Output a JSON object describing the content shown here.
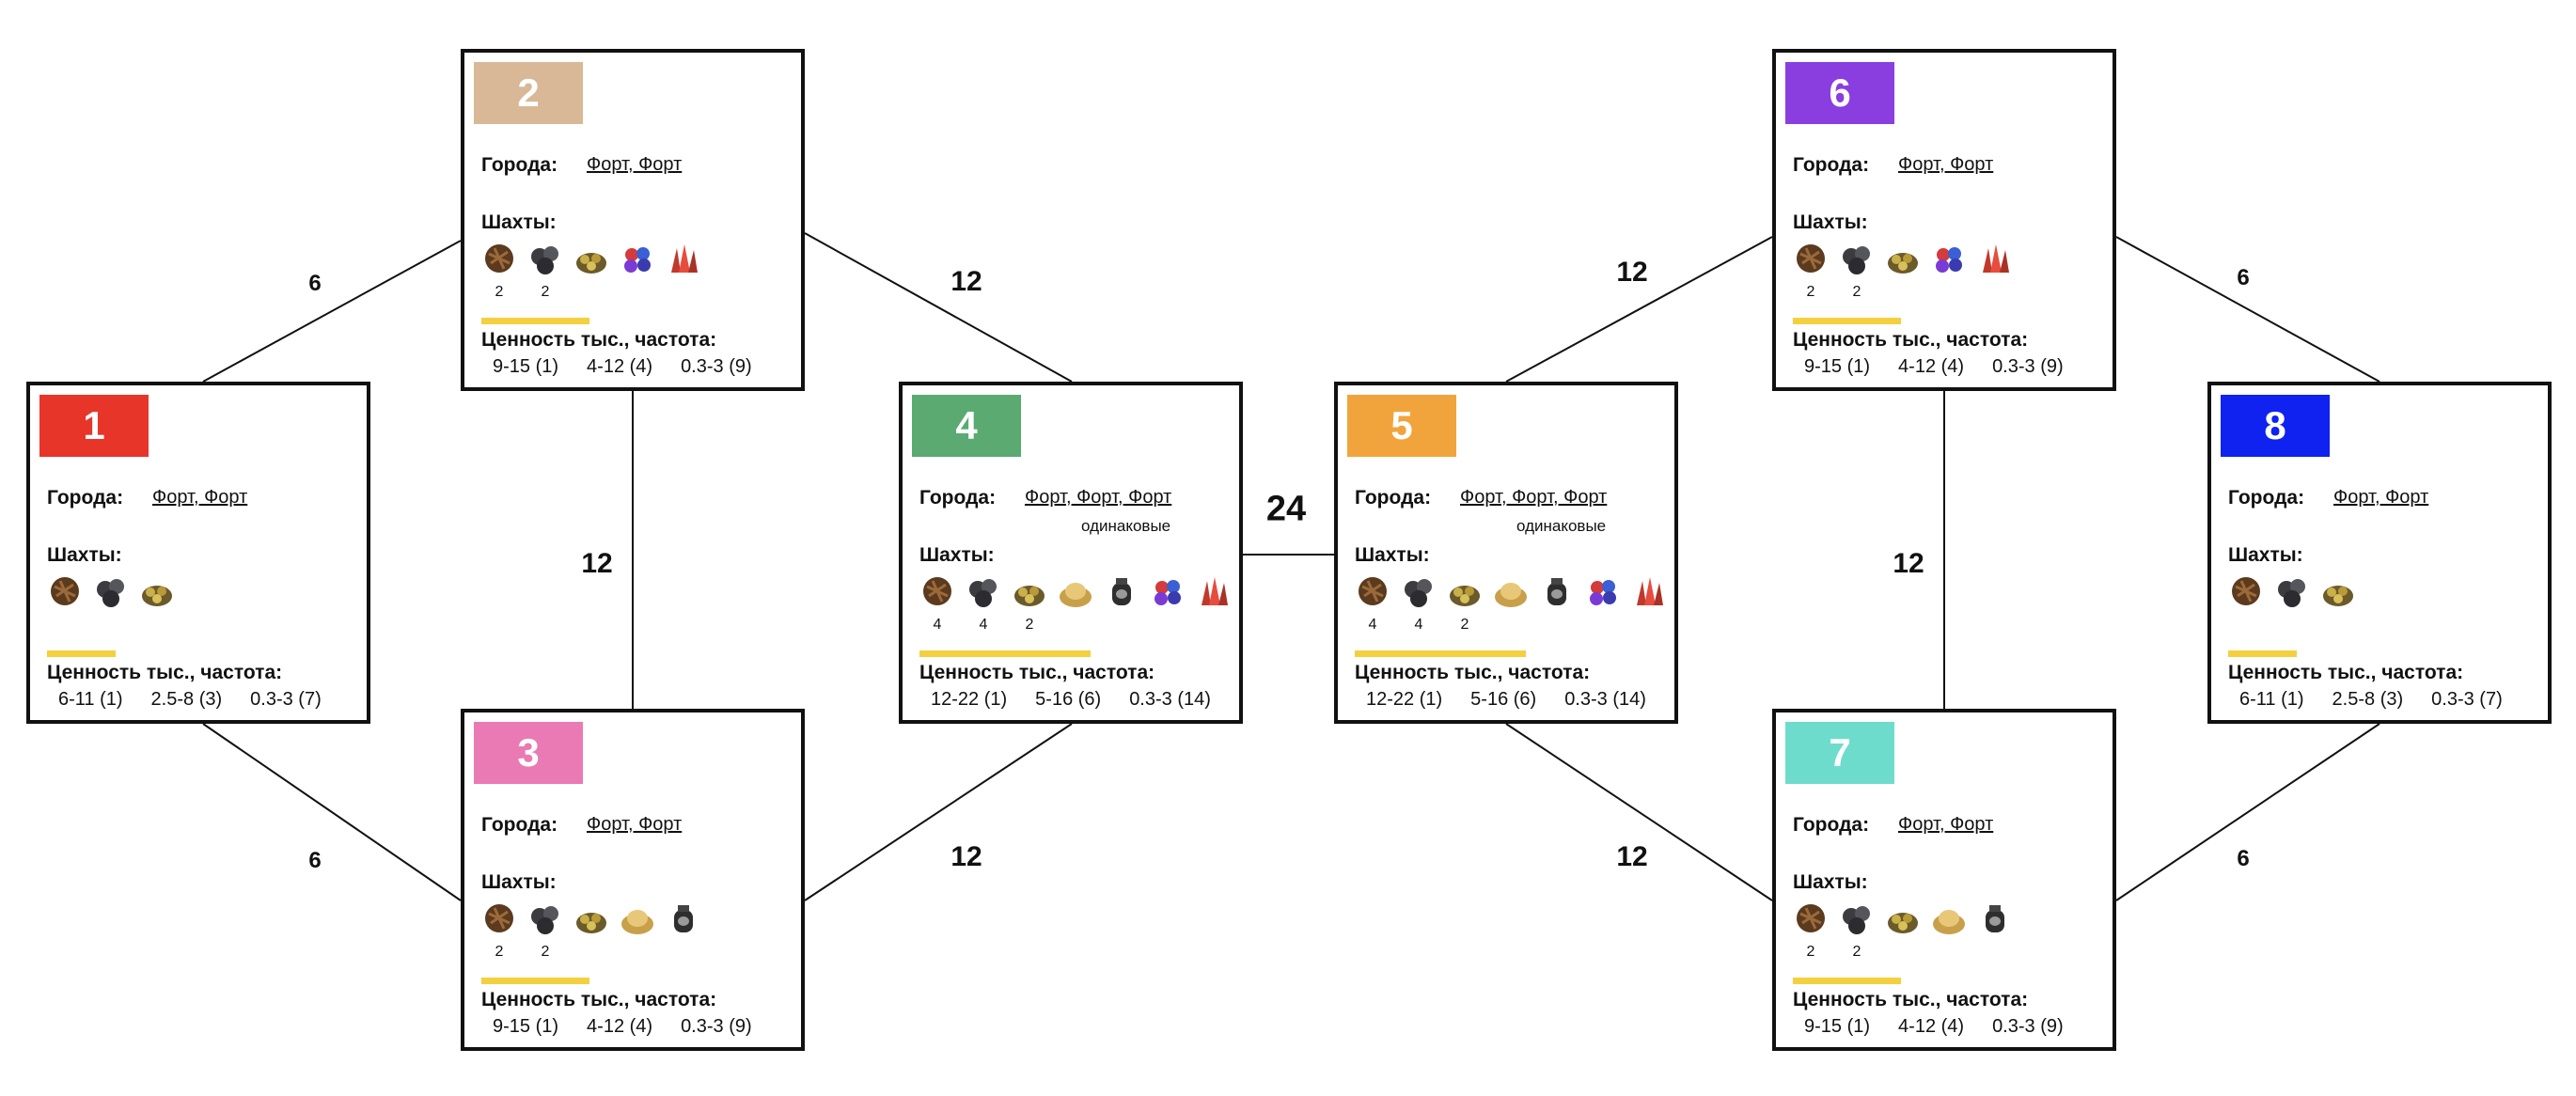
{
  "diagram": {
    "zones": [
      {
        "id": "1",
        "color": "#e8352a",
        "cities_label": "Города:",
        "cities": "Форт, Форт",
        "cities_note": "",
        "mines_label": "Шахты:",
        "mines": [
          {
            "type": "wood",
            "count": ""
          },
          {
            "type": "ore",
            "count": ""
          },
          {
            "type": "sulfur",
            "count": ""
          }
        ],
        "value_label": "Ценность тыс., частота:",
        "values": [
          "6-11 (1)",
          "2.5-8 (3)",
          "0.3-3 (7)"
        ],
        "bar_fraction": 0.22
      },
      {
        "id": "2",
        "color": "#d8b896",
        "cities_label": "Города:",
        "cities": "Форт, Форт",
        "cities_note": "",
        "mines_label": "Шахты:",
        "mines": [
          {
            "type": "wood",
            "count": "2"
          },
          {
            "type": "ore",
            "count": "2"
          },
          {
            "type": "sulfur",
            "count": ""
          },
          {
            "type": "gems",
            "count": ""
          },
          {
            "type": "crystal",
            "count": ""
          }
        ],
        "value_label": "Ценность тыс., частота:",
        "values": [
          "9-15 (1)",
          "4-12 (4)",
          "0.3-3 (9)"
        ],
        "bar_fraction": 0.35
      },
      {
        "id": "3",
        "color": "#ea7ab4",
        "cities_label": "Города:",
        "cities": "Форт, Форт",
        "cities_note": "",
        "mines_label": "Шахты:",
        "mines": [
          {
            "type": "wood",
            "count": "2"
          },
          {
            "type": "ore",
            "count": "2"
          },
          {
            "type": "sulfur",
            "count": ""
          },
          {
            "type": "gold",
            "count": ""
          },
          {
            "type": "mercury",
            "count": ""
          }
        ],
        "value_label": "Ценность тыс., частота:",
        "values": [
          "9-15 (1)",
          "4-12 (4)",
          "0.3-3 (9)"
        ],
        "bar_fraction": 0.35
      },
      {
        "id": "4",
        "color": "#5aaa72",
        "cities_label": "Города:",
        "cities": "Форт, Форт, Форт",
        "cities_note": "одинаковые",
        "mines_label": "Шахты:",
        "mines": [
          {
            "type": "wood",
            "count": "4"
          },
          {
            "type": "ore",
            "count": "4"
          },
          {
            "type": "sulfur",
            "count": "2"
          },
          {
            "type": "gold",
            "count": ""
          },
          {
            "type": "mercury",
            "count": ""
          },
          {
            "type": "gems",
            "count": ""
          },
          {
            "type": "crystal",
            "count": ""
          }
        ],
        "value_label": "Ценность тыс., частота:",
        "values": [
          "12-22 (1)",
          "5-16 (6)",
          "0.3-3 (14)"
        ],
        "bar_fraction": 0.55
      },
      {
        "id": "5",
        "color": "#f2a43c",
        "cities_label": "Города:",
        "cities": "Форт, Форт, Форт",
        "cities_note": "одинаковые",
        "mines_label": "Шахты:",
        "mines": [
          {
            "type": "wood",
            "count": "4"
          },
          {
            "type": "ore",
            "count": "4"
          },
          {
            "type": "sulfur",
            "count": "2"
          },
          {
            "type": "gold",
            "count": ""
          },
          {
            "type": "mercury",
            "count": ""
          },
          {
            "type": "gems",
            "count": ""
          },
          {
            "type": "crystal",
            "count": ""
          }
        ],
        "value_label": "Ценность тыс., частота:",
        "values": [
          "12-22 (1)",
          "5-16 (6)",
          "0.3-3 (14)"
        ],
        "bar_fraction": 0.55
      },
      {
        "id": "6",
        "color": "#8a3ee0",
        "cities_label": "Города:",
        "cities": "Форт, Форт",
        "cities_note": "",
        "mines_label": "Шахты:",
        "mines": [
          {
            "type": "wood",
            "count": "2"
          },
          {
            "type": "ore",
            "count": "2"
          },
          {
            "type": "sulfur",
            "count": ""
          },
          {
            "type": "gems",
            "count": ""
          },
          {
            "type": "crystal",
            "count": ""
          }
        ],
        "value_label": "Ценность тыс., частота:",
        "values": [
          "9-15 (1)",
          "4-12 (4)",
          "0.3-3 (9)"
        ],
        "bar_fraction": 0.35
      },
      {
        "id": "7",
        "color": "#6edccc",
        "cities_label": "Города:",
        "cities": "Форт, Форт",
        "cities_note": "",
        "mines_label": "Шахты:",
        "mines": [
          {
            "type": "wood",
            "count": "2"
          },
          {
            "type": "ore",
            "count": "2"
          },
          {
            "type": "sulfur",
            "count": ""
          },
          {
            "type": "gold",
            "count": ""
          },
          {
            "type": "mercury",
            "count": ""
          }
        ],
        "value_label": "Ценность тыс., частота:",
        "values": [
          "9-15 (1)",
          "4-12 (4)",
          "0.3-3 (9)"
        ],
        "bar_fraction": 0.35
      },
      {
        "id": "8",
        "color": "#0f22f0",
        "cities_label": "Города:",
        "cities": "Форт, Форт",
        "cities_note": "",
        "mines_label": "Шахты:",
        "mines": [
          {
            "type": "wood",
            "count": ""
          },
          {
            "type": "ore",
            "count": ""
          },
          {
            "type": "sulfur",
            "count": ""
          }
        ],
        "value_label": "Ценность тыс., частота:",
        "values": [
          "6-11 (1)",
          "2.5-8 (3)",
          "0.3-3 (7)"
        ],
        "bar_fraction": 0.22
      }
    ],
    "connections": [
      {
        "from": "1",
        "to": "2",
        "label": "6"
      },
      {
        "from": "1",
        "to": "3",
        "label": "6"
      },
      {
        "from": "2",
        "to": "3",
        "label": "12"
      },
      {
        "from": "2",
        "to": "4",
        "label": "12"
      },
      {
        "from": "3",
        "to": "4",
        "label": "12"
      },
      {
        "from": "4",
        "to": "5",
        "label": "24"
      },
      {
        "from": "5",
        "to": "6",
        "label": "12"
      },
      {
        "from": "5",
        "to": "7",
        "label": "12"
      },
      {
        "from": "6",
        "to": "7",
        "label": "12"
      },
      {
        "from": "6",
        "to": "8",
        "label": "6"
      },
      {
        "from": "7",
        "to": "8",
        "label": "6"
      }
    ]
  }
}
